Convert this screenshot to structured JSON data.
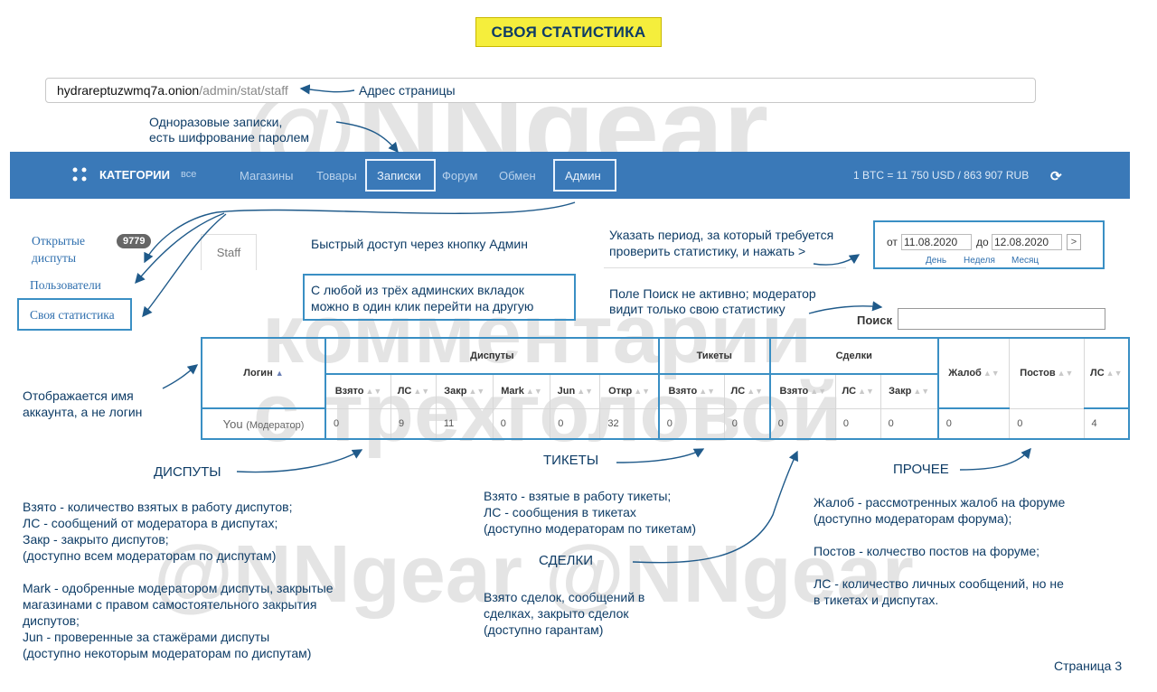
{
  "title": "СВОЯ СТАТИСТИКА",
  "url": {
    "host": "hydrareptuzwmq7a.onion",
    "path": "/admin/stat/staff"
  },
  "annotations": {
    "address": "Адрес страницы",
    "notes_line1": "Одноразовые записки,",
    "notes_line2": "есть шифрование паролем",
    "admin_quick": "Быстрый доступ через кнопку Админ",
    "tabs_line1": "С любой из трёх админских вкладок",
    "tabs_line2": "можно в один клик перейти на другую",
    "period_line1": "Указать период, за который требуется",
    "period_line2": "проверить статистику, и нажать >",
    "search_line1": "Поле Поиск не активно; модератор",
    "search_line2": "видит только свою статистику",
    "account_line1": "Отображается имя",
    "account_line2": "аккаунта, а не логин"
  },
  "navbar": {
    "categories": "КАТЕГОРИИ",
    "all": "все",
    "items": [
      "Магазины",
      "Товары",
      "Записки",
      "Форум",
      "Обмен",
      "Админ"
    ],
    "rate": "1 BTC = 11 750 USD / 863 907 RUB"
  },
  "sidebar": {
    "open_disputes_line1": "Открытые",
    "open_disputes_line2": "диспуты",
    "open_count": "9779",
    "users": "Пользователи",
    "own_stats": "Своя статистика"
  },
  "tab_staff": "Staff",
  "date_filter": {
    "from_label": "от",
    "from": "11.08.2020",
    "to_label": "до",
    "to": "12.08.2020",
    "go": ">",
    "day": "День",
    "week": "Неделя",
    "month": "Месяц"
  },
  "search_label": "Поиск",
  "table": {
    "login": "Логин",
    "groups": {
      "disputes": "Диспуты",
      "tickets": "Тикеты",
      "deals": "Сделки"
    },
    "other": {
      "complaints": "Жалоб",
      "posts": "Постов",
      "pm": "ЛС"
    },
    "dispute_cols": [
      "Взято",
      "ЛС",
      "Закр",
      "Mark",
      "Jun",
      "Откр"
    ],
    "ticket_cols": [
      "Взято",
      "ЛС"
    ],
    "deal_cols": [
      "Взято",
      "ЛС",
      "Закр"
    ],
    "row": {
      "name": "You",
      "role": "(Модератор)",
      "values": [
        "0",
        "9",
        "11",
        "0",
        "0",
        "32",
        "0",
        "0",
        "0",
        "0",
        "0",
        "0",
        "0",
        "4"
      ]
    }
  },
  "sections": {
    "disputes": {
      "head": "ДИСПУТЫ",
      "lines": [
        "Взято - количество взятых в работу диспутов;",
        "ЛС - сообщений от модератора в диспутах;",
        "Закр - закрыто диспутов;",
        "(доступно всем модераторам по диспутам)",
        "",
        "Mark - одобренные модератором диспуты, закрытые",
        "магазинами с правом самостоятельного закрытия",
        "диспутов;",
        "Jun - проверенные за стажёрами диспуты",
        "(доступно некоторым модераторам по диспутам)"
      ]
    },
    "tickets": {
      "head": "ТИКЕТЫ",
      "lines": [
        "Взято - взятые в работу тикеты;",
        "ЛС - сообщения в тикетах",
        "(доступно модераторам по тикетам)"
      ]
    },
    "deals": {
      "head": "СДЕЛКИ",
      "lines": [
        "Взято сделок, сообщений в",
        "сделках, закрыто сделок",
        "(доступно гарантам)"
      ]
    },
    "other": {
      "head": "ПРОЧЕЕ",
      "lines": [
        "Жалоб - рассмотренных жалоб на форуме",
        "(доступно модераторам форума);",
        "",
        "Постов - колчество постов на форуме;",
        "",
        "ЛС - количество личных сообщений, но не",
        "в тикетах и диспутах."
      ]
    }
  },
  "page_number": "Страница 3",
  "watermarks": [
    "@NNgear",
    "комментарии",
    "с трехголовой",
    "@NNgear @NNgear"
  ],
  "colors": {
    "navbar": "#3a79b8",
    "annotation": "#0e3c66",
    "highlight": "#f5ee3c",
    "outline": "#3a8fc4"
  }
}
